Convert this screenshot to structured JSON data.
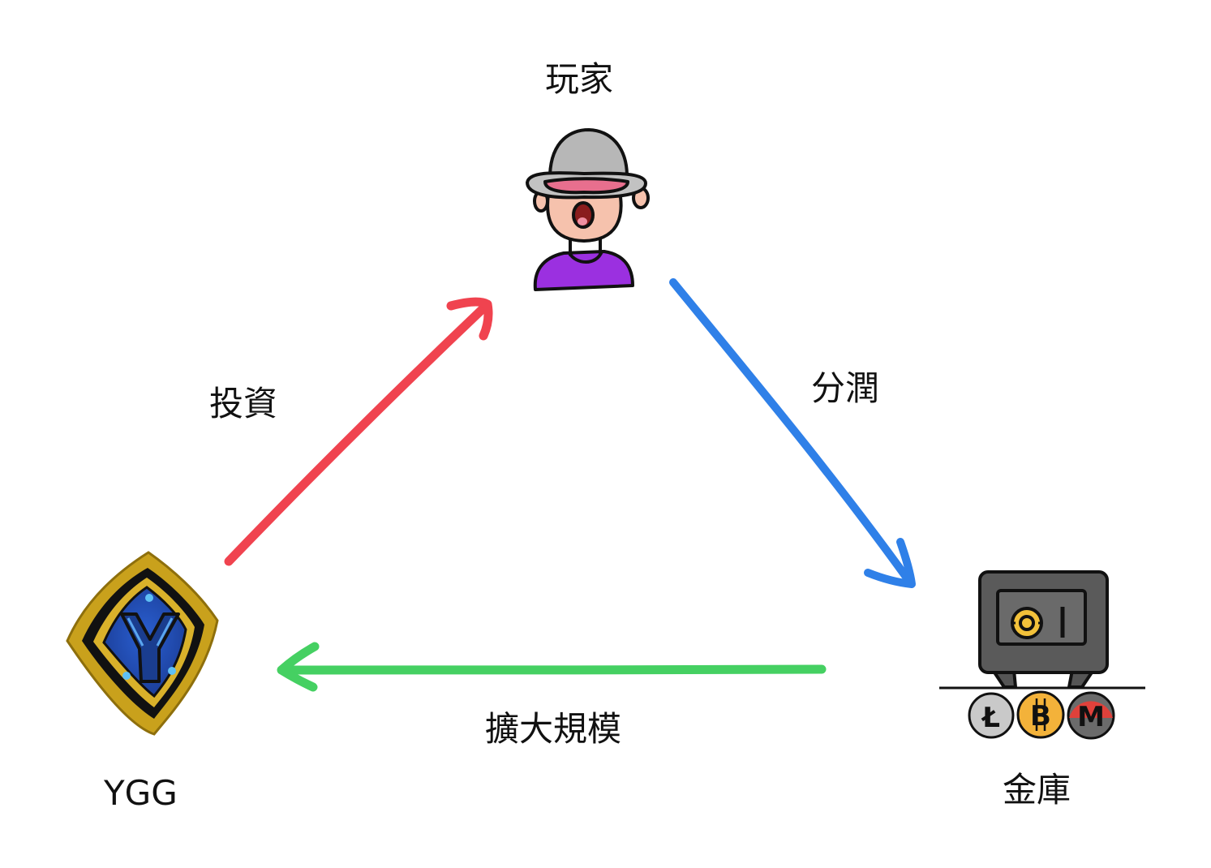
{
  "nodes": {
    "player": {
      "label": "玩家",
      "icon": "vr-player-icon"
    },
    "ygg": {
      "label": "YGG",
      "icon": "ygg-shield-icon"
    },
    "vault": {
      "label": "金庫",
      "icon": "safe-vault-icon",
      "coins": [
        {
          "symbol": "Ł",
          "icon": "litecoin-icon",
          "color": "#c9c9c9"
        },
        {
          "symbol": "B",
          "icon": "bitcoin-icon",
          "color": "#f3b23a"
        },
        {
          "symbol": "M",
          "icon": "monero-icon",
          "color": "#6b6b6b"
        }
      ]
    }
  },
  "edges": {
    "invest": {
      "label": "投資",
      "color": "#f0434f"
    },
    "profit_share": {
      "label": "分潤",
      "color": "#2f80e8"
    },
    "expand": {
      "label": "擴大規模",
      "color": "#45d062"
    }
  }
}
